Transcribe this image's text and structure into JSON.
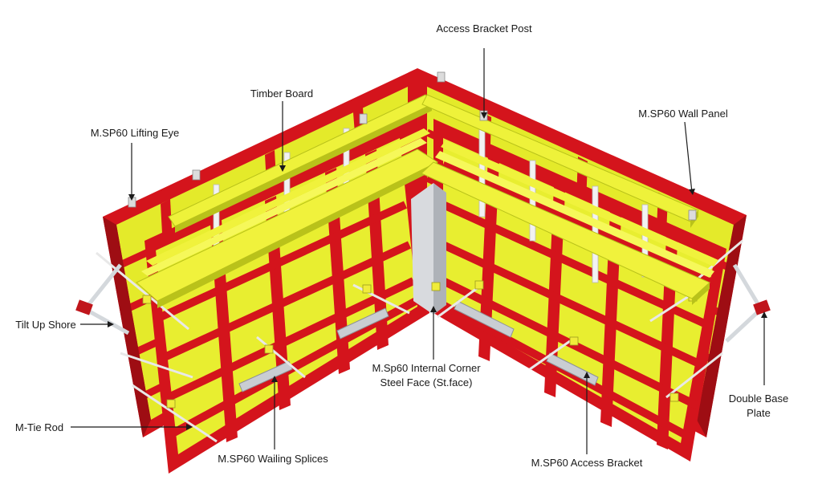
{
  "labels": {
    "access_bracket_post": "Access Bracket Post",
    "timber_board": "Timber Board",
    "lifting_eye": "M.SP60 Lifting Eye",
    "wall_panel": "M.SP60 Wall Panel",
    "tilt_up_shore": "Tilt Up Shore",
    "internal_corner_line1": "M.Sp60 Internal Corner",
    "internal_corner_line2": "Steel Face (St.face)",
    "double_base_line1": "Double Base",
    "double_base_line2": "Plate",
    "tie_rod": "M-Tie Rod",
    "wailing_splices": "M.SP60 Wailing Splices",
    "access_bracket": "M.SP60 Access Bracket"
  },
  "colors": {
    "frame_red": "#d4141c",
    "frame_dark_red": "#9e0d13",
    "plywood_yellow": "#e4ea2a",
    "plywood_shadow": "#b9c21a",
    "timber_yellow": "#f0f23c",
    "steel_grey": "#c9cdd2",
    "tie_white": "#e8e8e8"
  }
}
